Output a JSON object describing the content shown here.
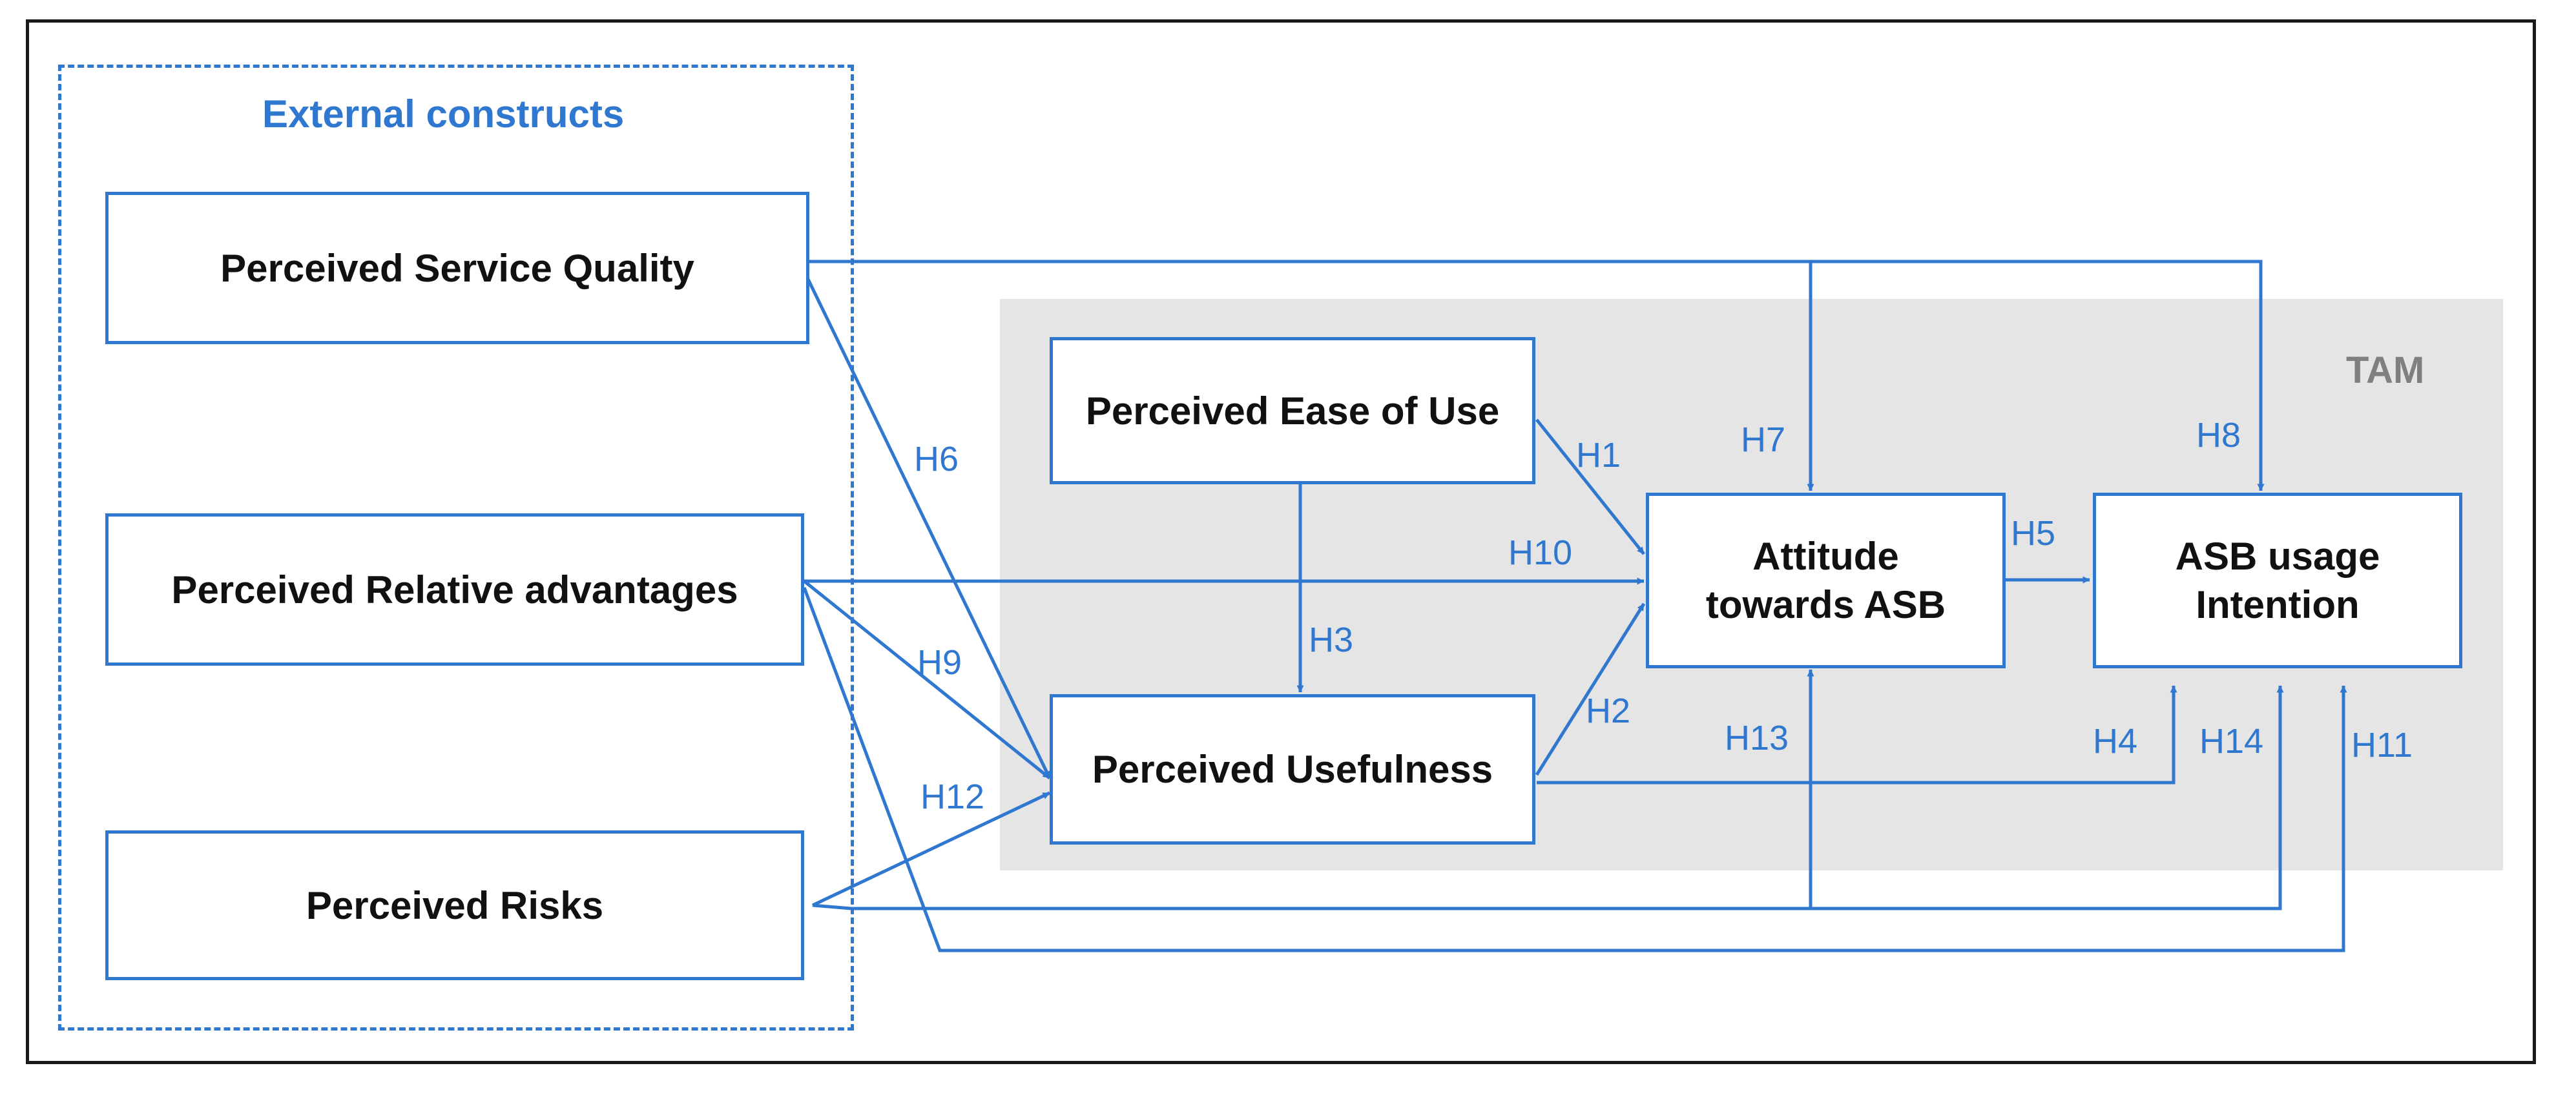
{
  "diagram": {
    "external_group_title": "External constructs",
    "tam_label": "TAM",
    "constructs": {
      "service_quality": "Perceived Service Quality",
      "relative_advantages": "Perceived Relative advantages",
      "risks": "Perceived Risks",
      "ease_of_use": "Perceived Ease of Use",
      "usefulness": "Perceived Usefulness",
      "attitude": {
        "line1": "Attitude",
        "line2": "towards ASB"
      },
      "intention": {
        "line1": "ASB usage",
        "line2": "Intention"
      }
    },
    "hypotheses": {
      "h1": "H1",
      "h2": "H2",
      "h3": "H3",
      "h4": "H4",
      "h5": "H5",
      "h6": "H6",
      "h7": "H7",
      "h8": "H8",
      "h9": "H9",
      "h10": "H10",
      "h11": "H11",
      "h12": "H12",
      "h13": "H13",
      "h14": "H14"
    },
    "colors": {
      "accent": "#2f77cf",
      "frame": "#1a1a1a",
      "tam_background": "#e5e5e5",
      "tam_label": "#7f7f7f"
    }
  }
}
